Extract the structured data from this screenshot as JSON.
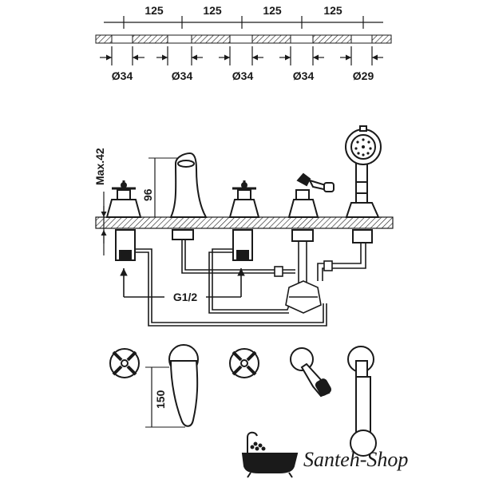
{
  "spacing_dims": [
    "125",
    "125",
    "125",
    "125"
  ],
  "hole_dims": [
    "Ø34",
    "Ø34",
    "Ø34",
    "Ø34",
    "Ø29"
  ],
  "height_dim": "Max.42",
  "spout_height_dim": "96",
  "thread_label": "G1/2",
  "spout_length_dim": "150",
  "logo_text": "Santeh-Shop",
  "colors": {
    "line": "#1a1a1a",
    "background": "#ffffff"
  }
}
